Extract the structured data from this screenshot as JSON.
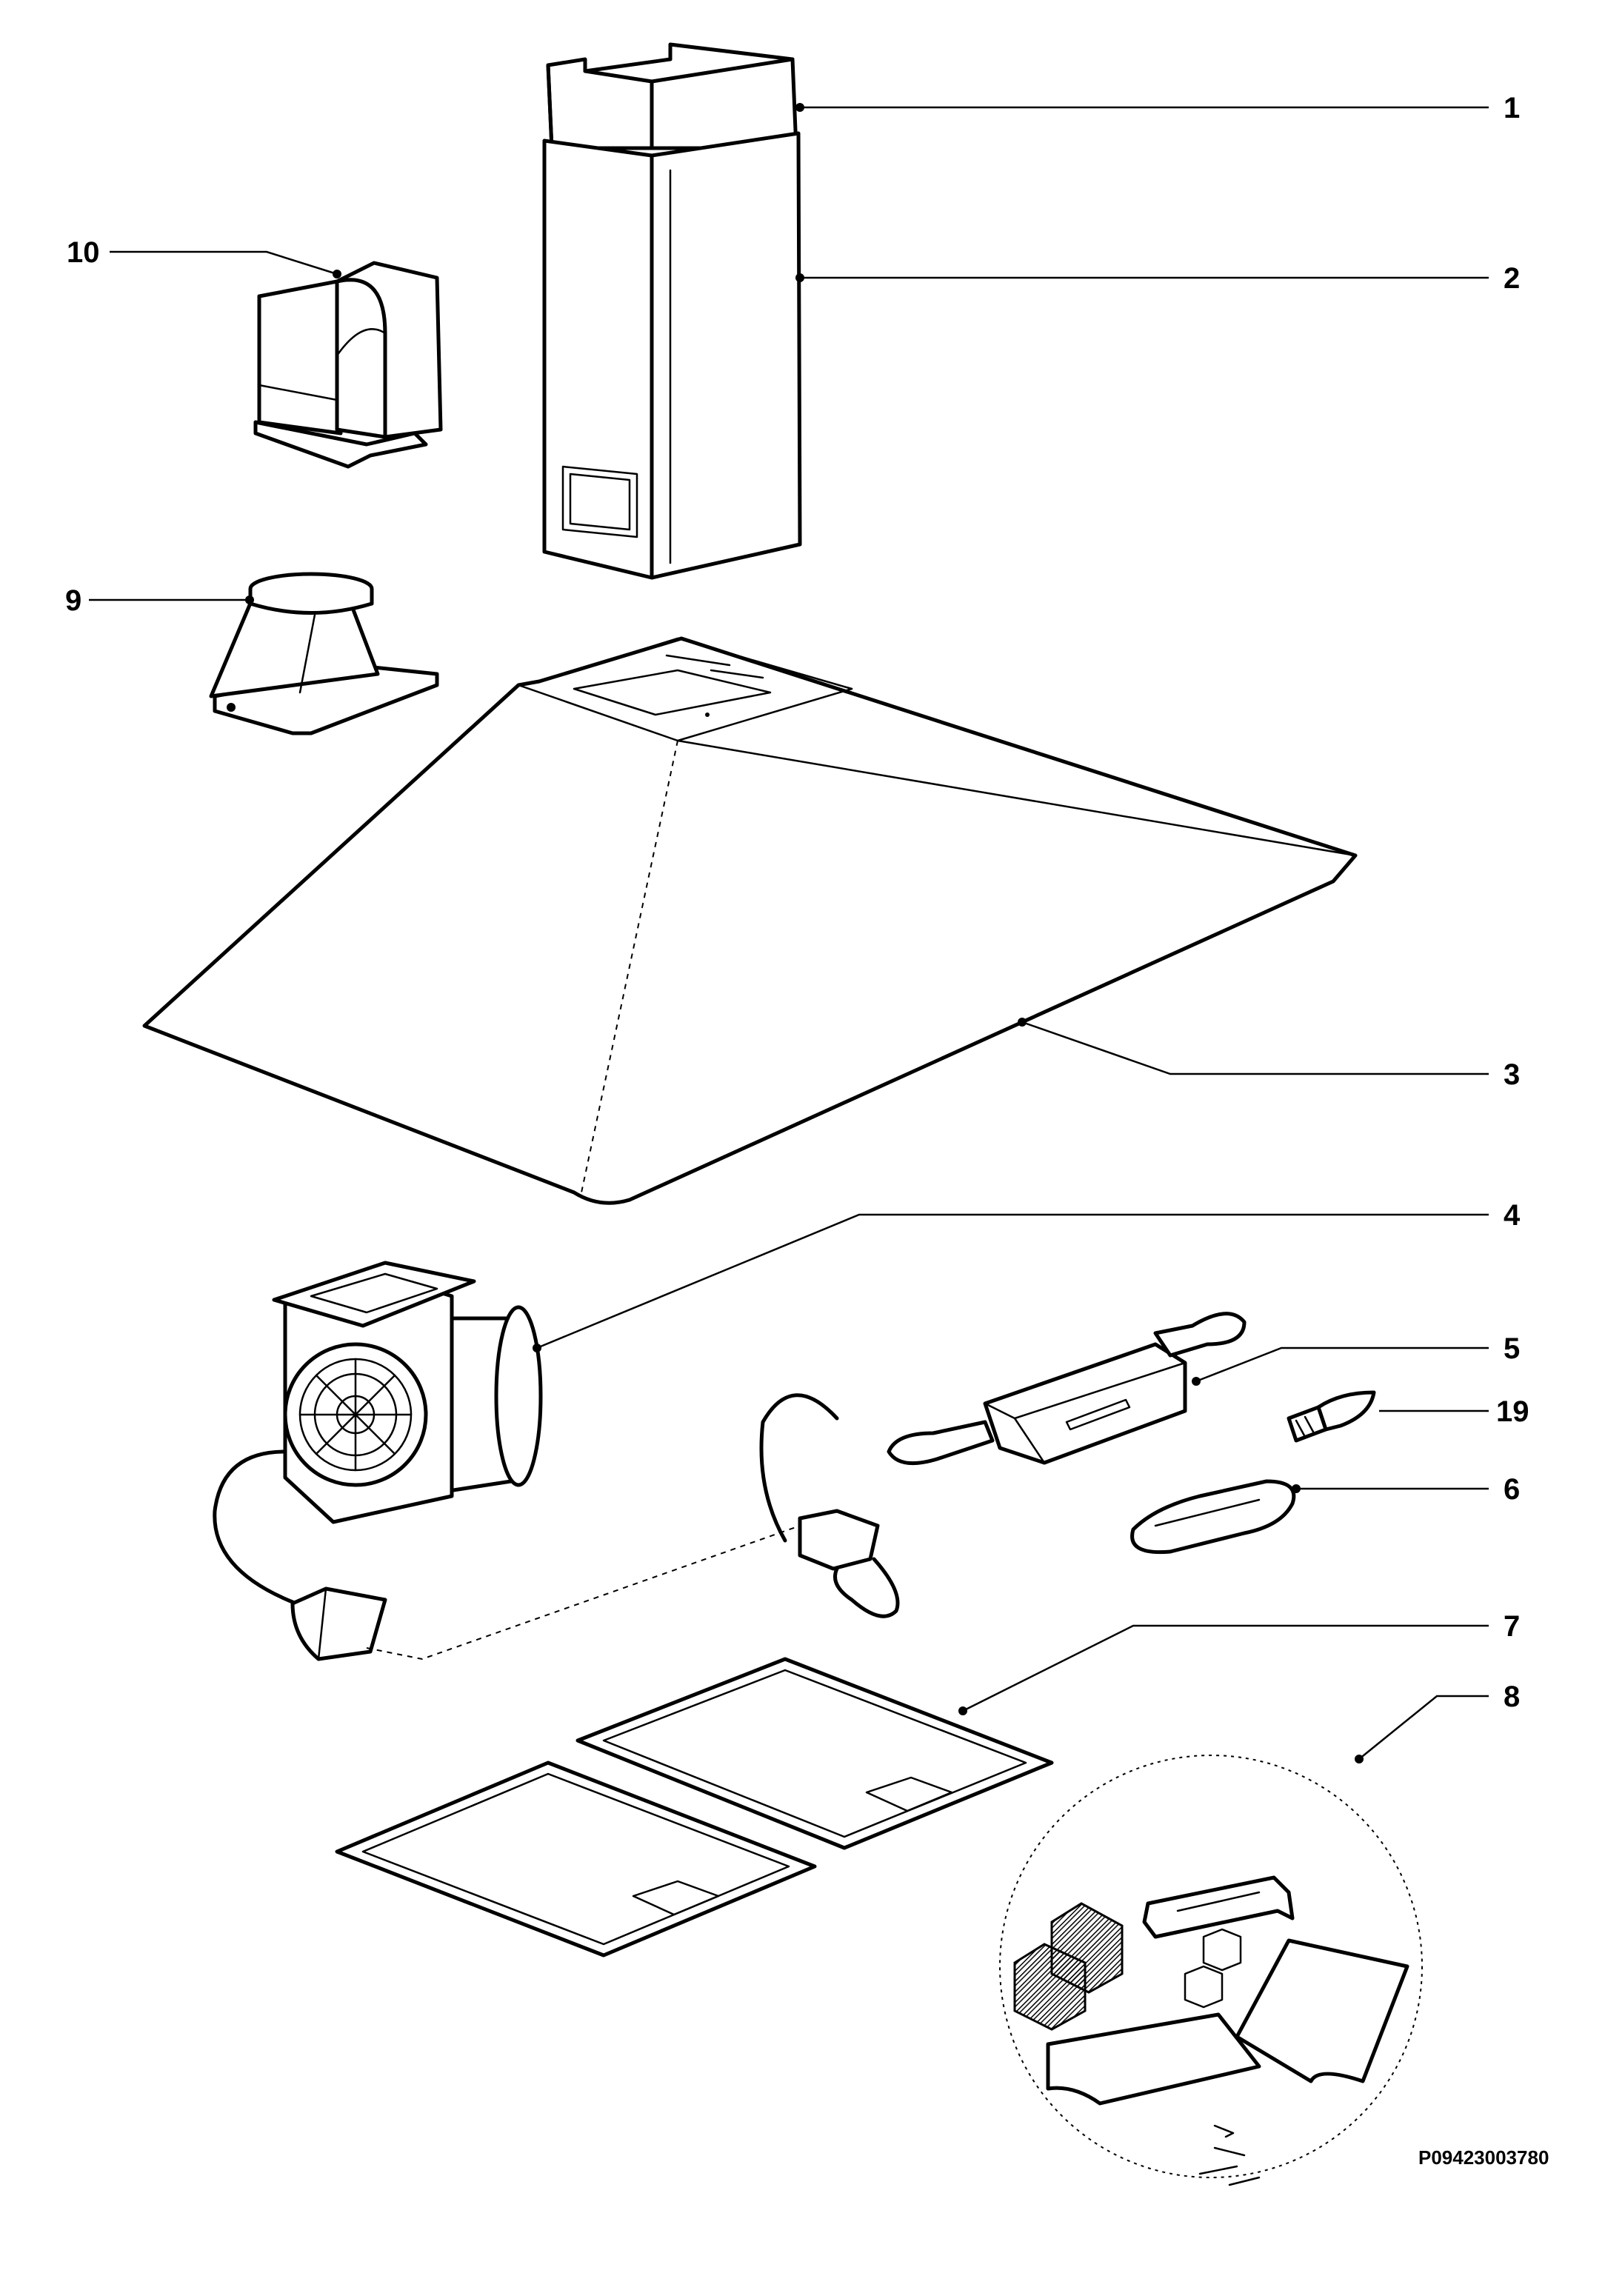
{
  "callouts": [
    {
      "id": "1",
      "label": "1"
    },
    {
      "id": "2",
      "label": "2"
    },
    {
      "id": "3",
      "label": "3"
    },
    {
      "id": "4",
      "label": "4"
    },
    {
      "id": "5",
      "label": "5"
    },
    {
      "id": "6",
      "label": "6"
    },
    {
      "id": "7",
      "label": "7"
    },
    {
      "id": "8",
      "label": "8"
    },
    {
      "id": "9",
      "label": "9"
    },
    {
      "id": "10",
      "label": "10"
    },
    {
      "id": "19",
      "label": "19"
    }
  ],
  "reference_code": "P09423003780"
}
